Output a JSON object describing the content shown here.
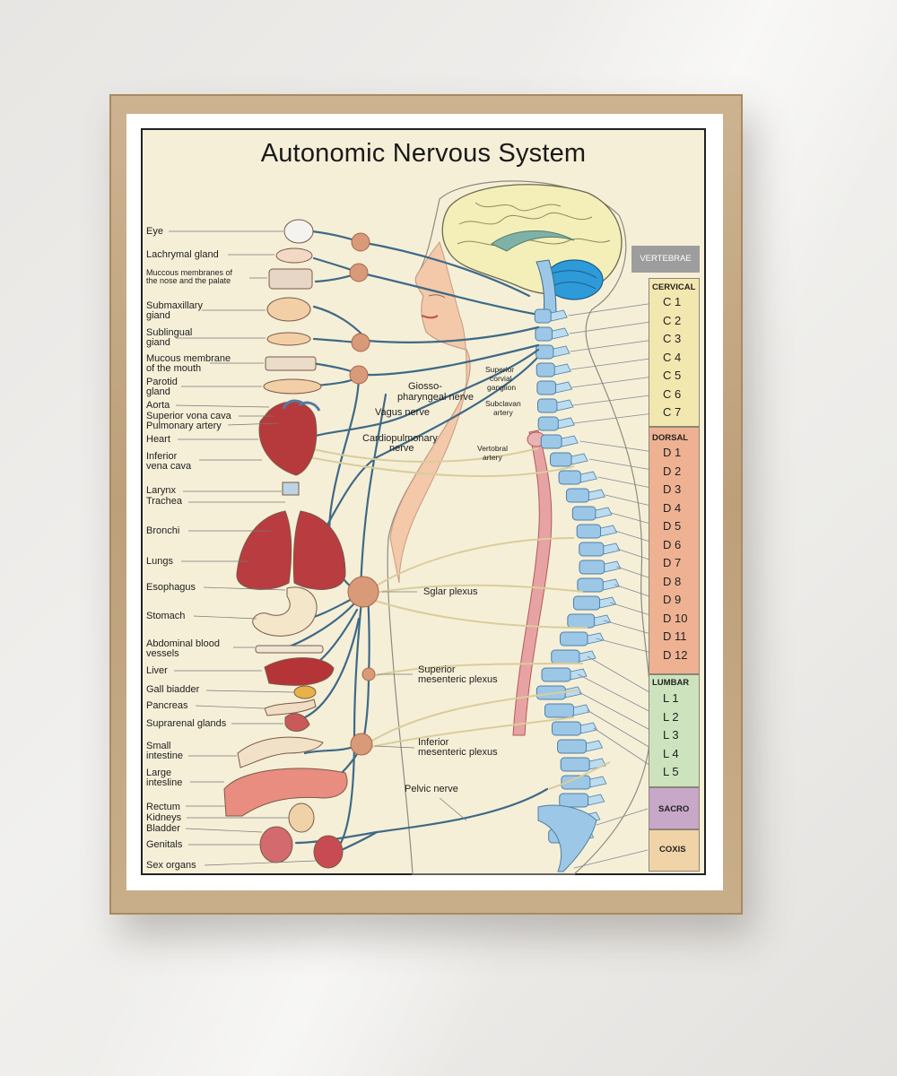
{
  "title": "Autonomic Nervous System",
  "organ_labels": [
    {
      "id": "eye",
      "text": "Eye"
    },
    {
      "id": "lachrymal",
      "text": "Lachrymal gland"
    },
    {
      "id": "mucous-nose-1",
      "text": "Muccous membranes of"
    },
    {
      "id": "mucous-nose-2",
      "text": "the nose and the palate"
    },
    {
      "id": "submaxillary-1",
      "text": "Submaxillary"
    },
    {
      "id": "submaxillary-2",
      "text": "giand"
    },
    {
      "id": "sublingual-1",
      "text": "Sublingual"
    },
    {
      "id": "sublingual-2",
      "text": "giand"
    },
    {
      "id": "mucous-mouth-1",
      "text": "Mucous membrane"
    },
    {
      "id": "mucous-mouth-2",
      "text": "of the mouth"
    },
    {
      "id": "parotid-1",
      "text": "Parotid"
    },
    {
      "id": "parotid-2",
      "text": "gland"
    },
    {
      "id": "aorta",
      "text": "Aorta"
    },
    {
      "id": "sup-vena",
      "text": "Superior vona cava"
    },
    {
      "id": "pulm-artery",
      "text": "Pulmonary artery"
    },
    {
      "id": "heart",
      "text": "Heart"
    },
    {
      "id": "inf-vena-1",
      "text": "Inferior"
    },
    {
      "id": "inf-vena-2",
      "text": "vena cava"
    },
    {
      "id": "larynx",
      "text": "Larynx"
    },
    {
      "id": "trachea",
      "text": "Trachea"
    },
    {
      "id": "bronchi",
      "text": "Bronchi"
    },
    {
      "id": "lungs",
      "text": "Lungs"
    },
    {
      "id": "esophagus",
      "text": "Esophagus"
    },
    {
      "id": "stomach",
      "text": "Stomach"
    },
    {
      "id": "abd-vessels-1",
      "text": "Abdominal blood"
    },
    {
      "id": "abd-vessels-2",
      "text": "vessels"
    },
    {
      "id": "liver",
      "text": "Liver"
    },
    {
      "id": "gall",
      "text": "Gall biadder"
    },
    {
      "id": "pancreas",
      "text": "Pancreas"
    },
    {
      "id": "suprarenal",
      "text": "Suprarenal glands"
    },
    {
      "id": "small-int-1",
      "text": "Small"
    },
    {
      "id": "small-int-2",
      "text": "intestine"
    },
    {
      "id": "large-int-1",
      "text": "Large"
    },
    {
      "id": "large-int-2",
      "text": "intesline"
    },
    {
      "id": "rectum",
      "text": "Rectum"
    },
    {
      "id": "kidneys",
      "text": "Kidneys"
    },
    {
      "id": "bladder",
      "text": "Bladder"
    },
    {
      "id": "genitals",
      "text": "Genitals"
    },
    {
      "id": "sex-organs",
      "text": "Sex organs"
    }
  ],
  "nerve_labels": {
    "glosso_1": "Giosso-",
    "glosso_2": "pharyngeal nerve",
    "vagus": "Vagus nerve",
    "cardio_1": "Cardiopulmonary",
    "cardio_2": "nerve",
    "sup_cervical_1": "Superior",
    "sup_cervical_2": "corvial",
    "sup_cervical_3": "gangiion",
    "subclavian_1": "Subclavan",
    "subclavian_2": "artery",
    "vertebral_1": "Vertobral",
    "vertebral_2": "artery",
    "solar": "Sglar plexus",
    "sup_mesenteric_1": "Superior",
    "sup_mesenteric_2": "mesenteric plexus",
    "inf_mesenteric_1": "Inferior",
    "inf_mesenteric_2": "mesenteric plexus",
    "pelvic": "Pelvic nerve"
  },
  "vertebrae": {
    "header": "VERTEBRAE",
    "cervical": {
      "name": "CERVICAL",
      "color": "#f3e7b0",
      "items": [
        "C 1",
        "C 2",
        "C 3",
        "C 4",
        "C 5",
        "C 6",
        "C 7"
      ]
    },
    "dorsal": {
      "name": "DORSAL",
      "color": "#eeb293",
      "items": [
        "D 1",
        "D 2",
        "D 3",
        "D 4",
        "D 5",
        "D 6",
        "D 7",
        "D 8",
        "D 9",
        "D 10",
        "D 11",
        "D 12"
      ]
    },
    "lumbar": {
      "name": "LUMBAR",
      "color": "#cde3bd",
      "items": [
        "L 1",
        "L 2",
        "L 3",
        "L 4",
        "L 5"
      ]
    },
    "sacro": {
      "name": "SACRO",
      "color": "#c7a8c8"
    },
    "coxis": {
      "name": "COXIS",
      "color": "#f1d3a8"
    }
  },
  "colors": {
    "nerve": "#3e6a86",
    "ganglion": "#d89a78",
    "spine": "#9cc7e6",
    "organ_red": "#b63a3c",
    "skin": "#f3c9a9",
    "poster_bg": "#f6efd8"
  }
}
